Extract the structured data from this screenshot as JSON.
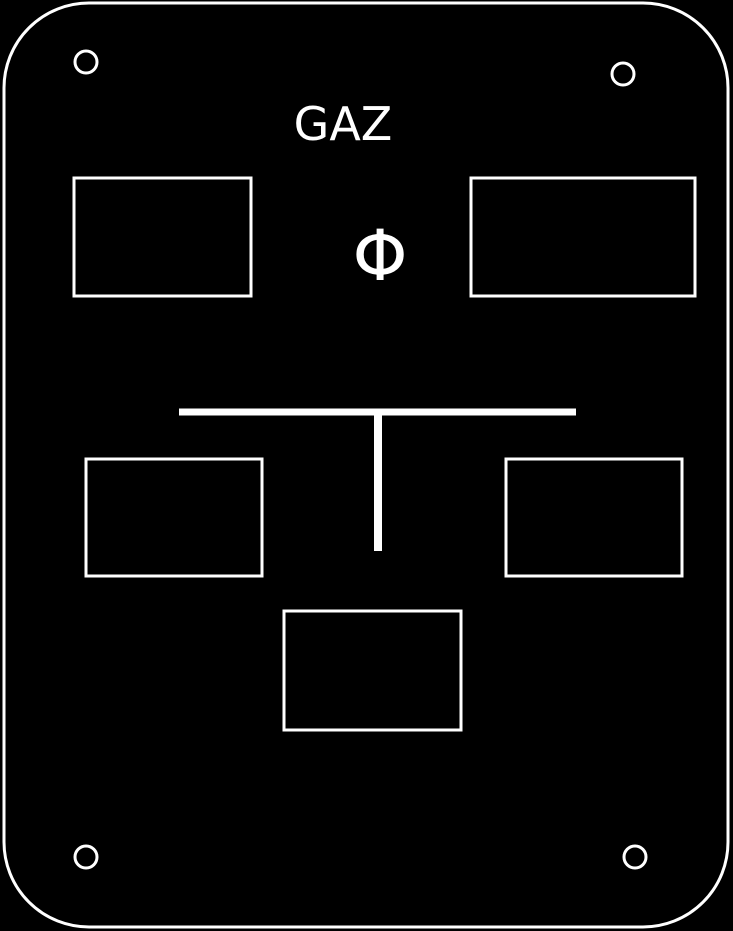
{
  "plate": {
    "title": "GAZ",
    "symbol": "Φ"
  },
  "colors": {
    "background": "#000000",
    "stroke": "#ffffff"
  },
  "elements": {
    "mounting_holes": [
      "hole-top-left",
      "hole-top-right",
      "hole-bottom-left",
      "hole-bottom-right"
    ],
    "boxes": [
      "box-top-left",
      "box-top-right",
      "box-middle-left",
      "box-middle-right",
      "box-bottom-center"
    ],
    "connector": "t-connector"
  }
}
